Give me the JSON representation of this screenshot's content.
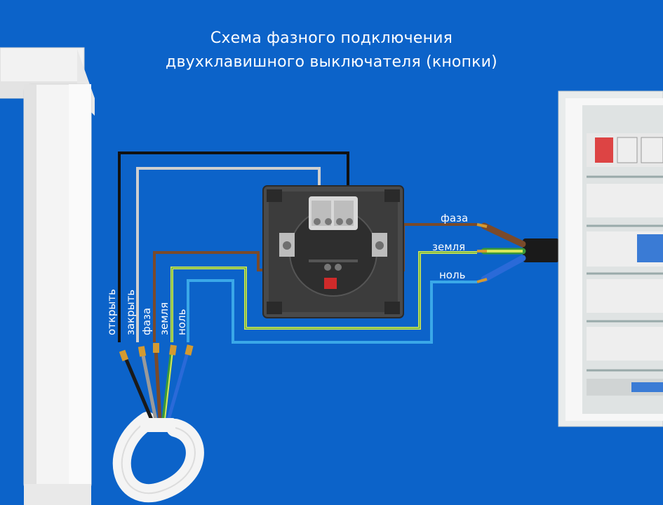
{
  "title": {
    "line1": "Схема фазного подключения",
    "line2": "двухклавишного выключателя (кнопки)"
  },
  "cable_labels": {
    "phase": "фаза",
    "ground": "земля",
    "neutral": "ноль"
  },
  "motor_wire_labels": {
    "open": "открыть",
    "close": "закрыть",
    "phase": "фаза",
    "ground": "земля",
    "neutral": "ноль"
  },
  "colors": {
    "background": "#0c63c9",
    "phase_wire": "#7a4a2a",
    "ground_wire": "#d6e85a",
    "neutral_wire": "#3aa8e8",
    "open_wire": "#111111",
    "close_wire": "#cfcfcf"
  }
}
